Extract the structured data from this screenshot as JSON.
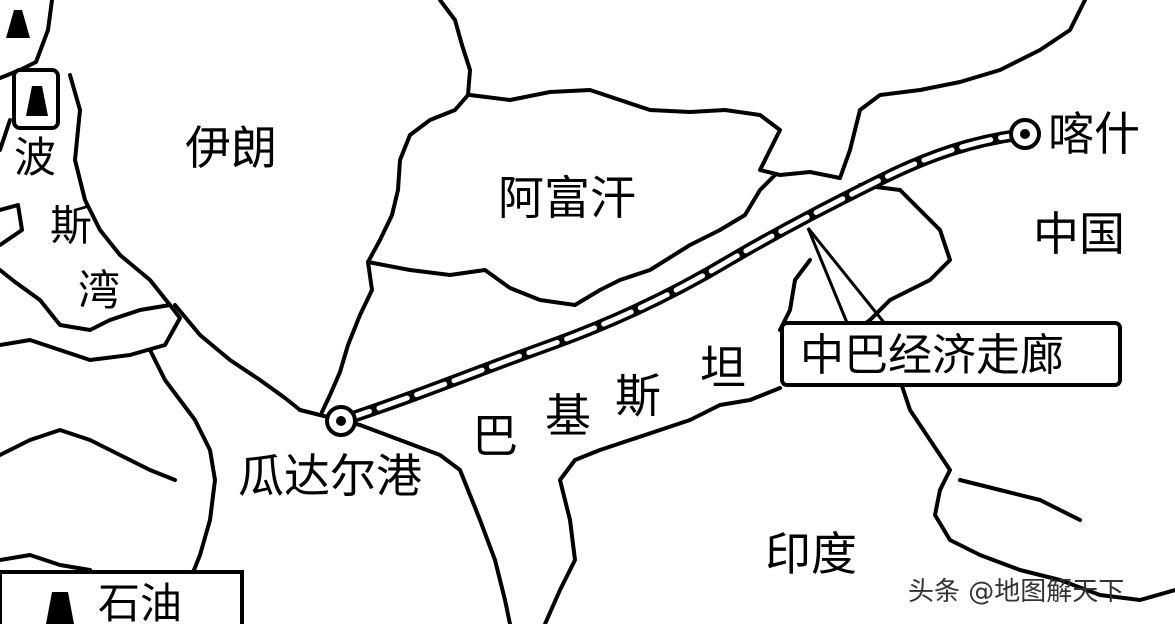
{
  "map": {
    "countries": {
      "iran": "伊朗",
      "afghanistan": "阿富汗",
      "pakistan": [
        "巴",
        "基",
        "斯",
        "坦"
      ],
      "china": "中国",
      "india": "印度"
    },
    "persian_gulf": [
      "波",
      "斯",
      "湾"
    ],
    "cities": {
      "kashgar": "喀什",
      "gwadar": "瓜达尔港"
    },
    "corridor_label": "中巴经济走廊",
    "legend": {
      "oil_label": "石油"
    },
    "watermark": "头条 @地图解天下"
  }
}
